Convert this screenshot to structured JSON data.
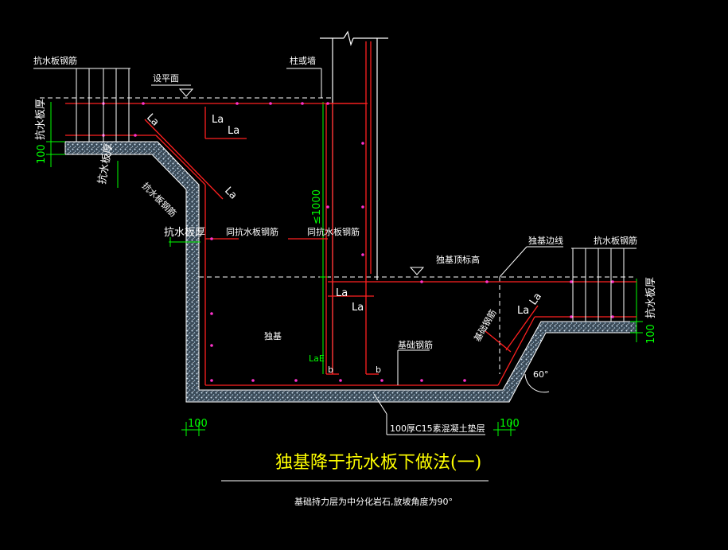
{
  "labels": {
    "slab_rebar_left": "抗水板钢筋",
    "water_level": "设平面",
    "column_wall": "柱或墙",
    "slab_thickness_left": "抗水板厚",
    "la": "La",
    "dim_100_left": "100",
    "slab_thickness_slope": "抗水板厚",
    "slab_rebar_slope": "抗水板钢筋",
    "slab_thickness_wall": "抗水板厚",
    "same_slab_rebar_1": "同抗水板钢筋",
    "same_slab_rebar_2": "同抗水板钢筋",
    "dim_1000": "≤1000",
    "foundation_top": "独基顶标高",
    "footing": "独基",
    "loe": "LaE",
    "b": "b",
    "foundation_rebar": "基础钢筋",
    "footing_edge": "独基边线",
    "slab_rebar_right": "抗水板钢筋",
    "slab_thickness_right": "抗水板厚",
    "dim_100_right_v": "100",
    "foundation_slope_rebar": "基础钢筋",
    "angle_60": "60°",
    "dim_100_bottom_left": "100",
    "dim_100_bottom_right": "100",
    "cushion": "100厚C15素混凝土垫层"
  },
  "title": "独基降于抗水板下做法(一)",
  "note": "基础持力层为中分化岩石,放坡角度为90°",
  "colors": {
    "background": "#000000",
    "rebar": "#ff2020",
    "outline": "#ffffff",
    "dimension": "#00ff00",
    "hatch": "#8fb8d8",
    "title": "#ffff00",
    "dash": "#ffffff",
    "rebar_dot": "#ff33cc"
  }
}
